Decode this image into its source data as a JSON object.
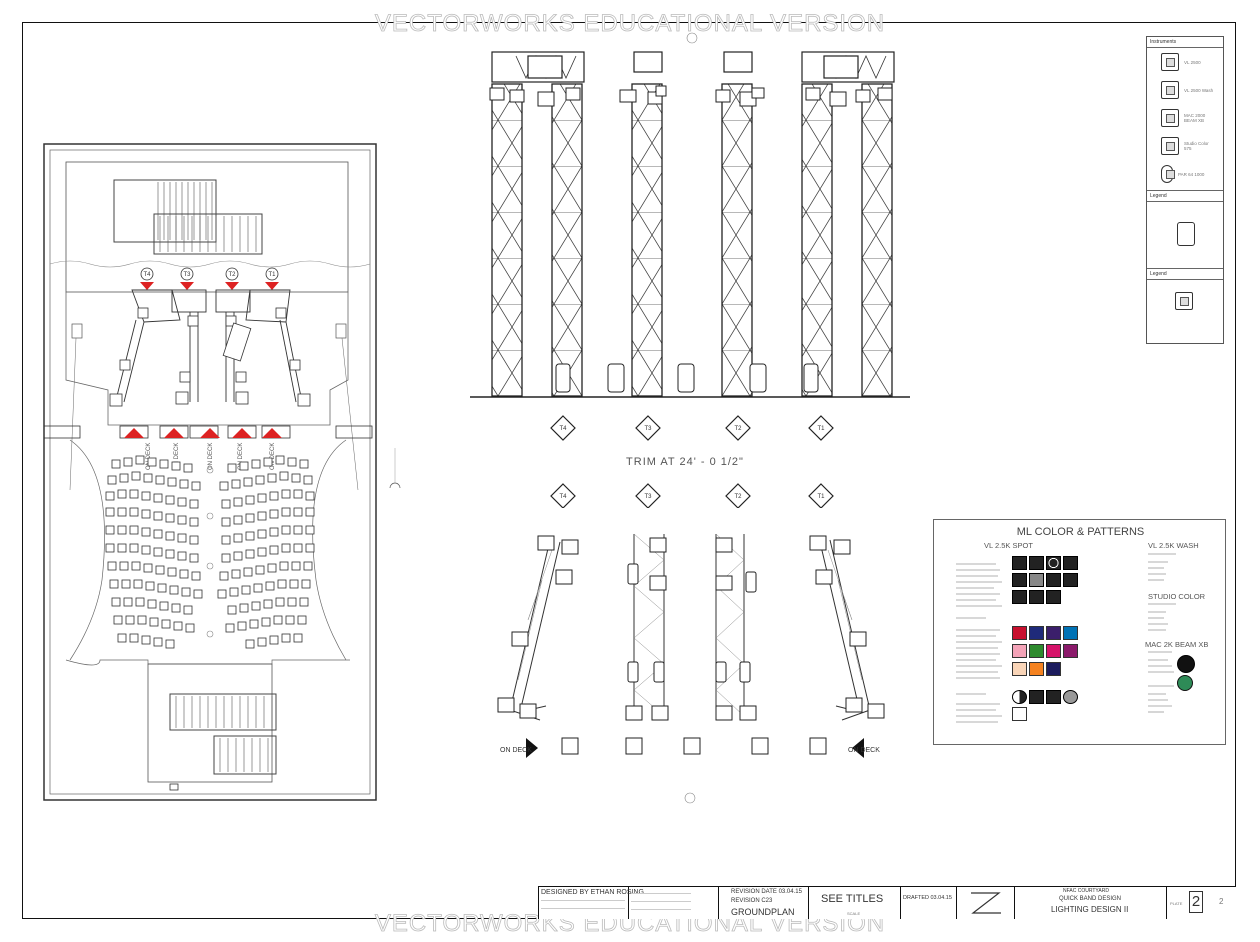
{
  "watermark": {
    "text": "VECTORWORKS EDUCATIONAL VERSION"
  },
  "groundplan": {
    "positions": [
      "T4",
      "T3",
      "T2",
      "T1"
    ],
    "ondeck_label": "ON DECK"
  },
  "elevation": {
    "trim_label": "TRIM AT 24' - 0 1/2\"",
    "top_position_markers": [
      "T4",
      "T3",
      "T2",
      "T1"
    ],
    "bottom_position_markers": [
      "T4",
      "T3",
      "T2",
      "T1"
    ],
    "ondeck_left": "ON DECK",
    "ondeck_right": "ON DECK"
  },
  "legend": {
    "instruments_header": "Instruments",
    "items": [
      {
        "label": "VL 2500",
        "icon": "vl2500-spot-icon"
      },
      {
        "label": "VL 2500 Wash",
        "icon": "vl2500-wash-icon"
      },
      {
        "label": "MAC 2000 BEAM XB",
        "icon": "mac2000-icon"
      },
      {
        "label": "Studio Color 575",
        "icon": "studio-color-icon"
      },
      {
        "label": "PAR 64 1000",
        "icon": "par64-icon"
      }
    ],
    "legend_header_1": "Legend",
    "legend_header_2": "Legend"
  },
  "ml_colors": {
    "title": "ML COLOR & PATTERNS",
    "vl25k_spot": "VL 2.5K SPOT",
    "vl25k_wash": "VL 2.5K WASH",
    "studio_color": "STUDIO COLOR",
    "mac2k": "MAC 2K BEAM XB",
    "swatch_colors": [
      "#c8102e",
      "#1f2a7a",
      "#3b1f6b",
      "#0072b5",
      "#f4a3b8",
      "#2e8b2e",
      "#d6136a",
      "#8b1a6b",
      "#f9d5b8",
      "#f58220",
      "#1c1c5e"
    ]
  },
  "titleblock": {
    "designed_by": "DESIGNED BY ETHAN ROSING",
    "revision_date": "REVISION DATE 03.04.15",
    "revision": "REVISION C23",
    "sheet_title": "GROUNDPLAN",
    "see_titles": "SEE TITLES",
    "scale_label": "SCALE",
    "drafted": "DRAFTED 03.04.15",
    "project_school": "NFAC COURTYARD",
    "project_name": "QUICK BAND DESIGN",
    "course": "LIGHTING DESIGN II",
    "plate_label": "PLATE",
    "plate_number": "2",
    "plate_of": "2"
  }
}
